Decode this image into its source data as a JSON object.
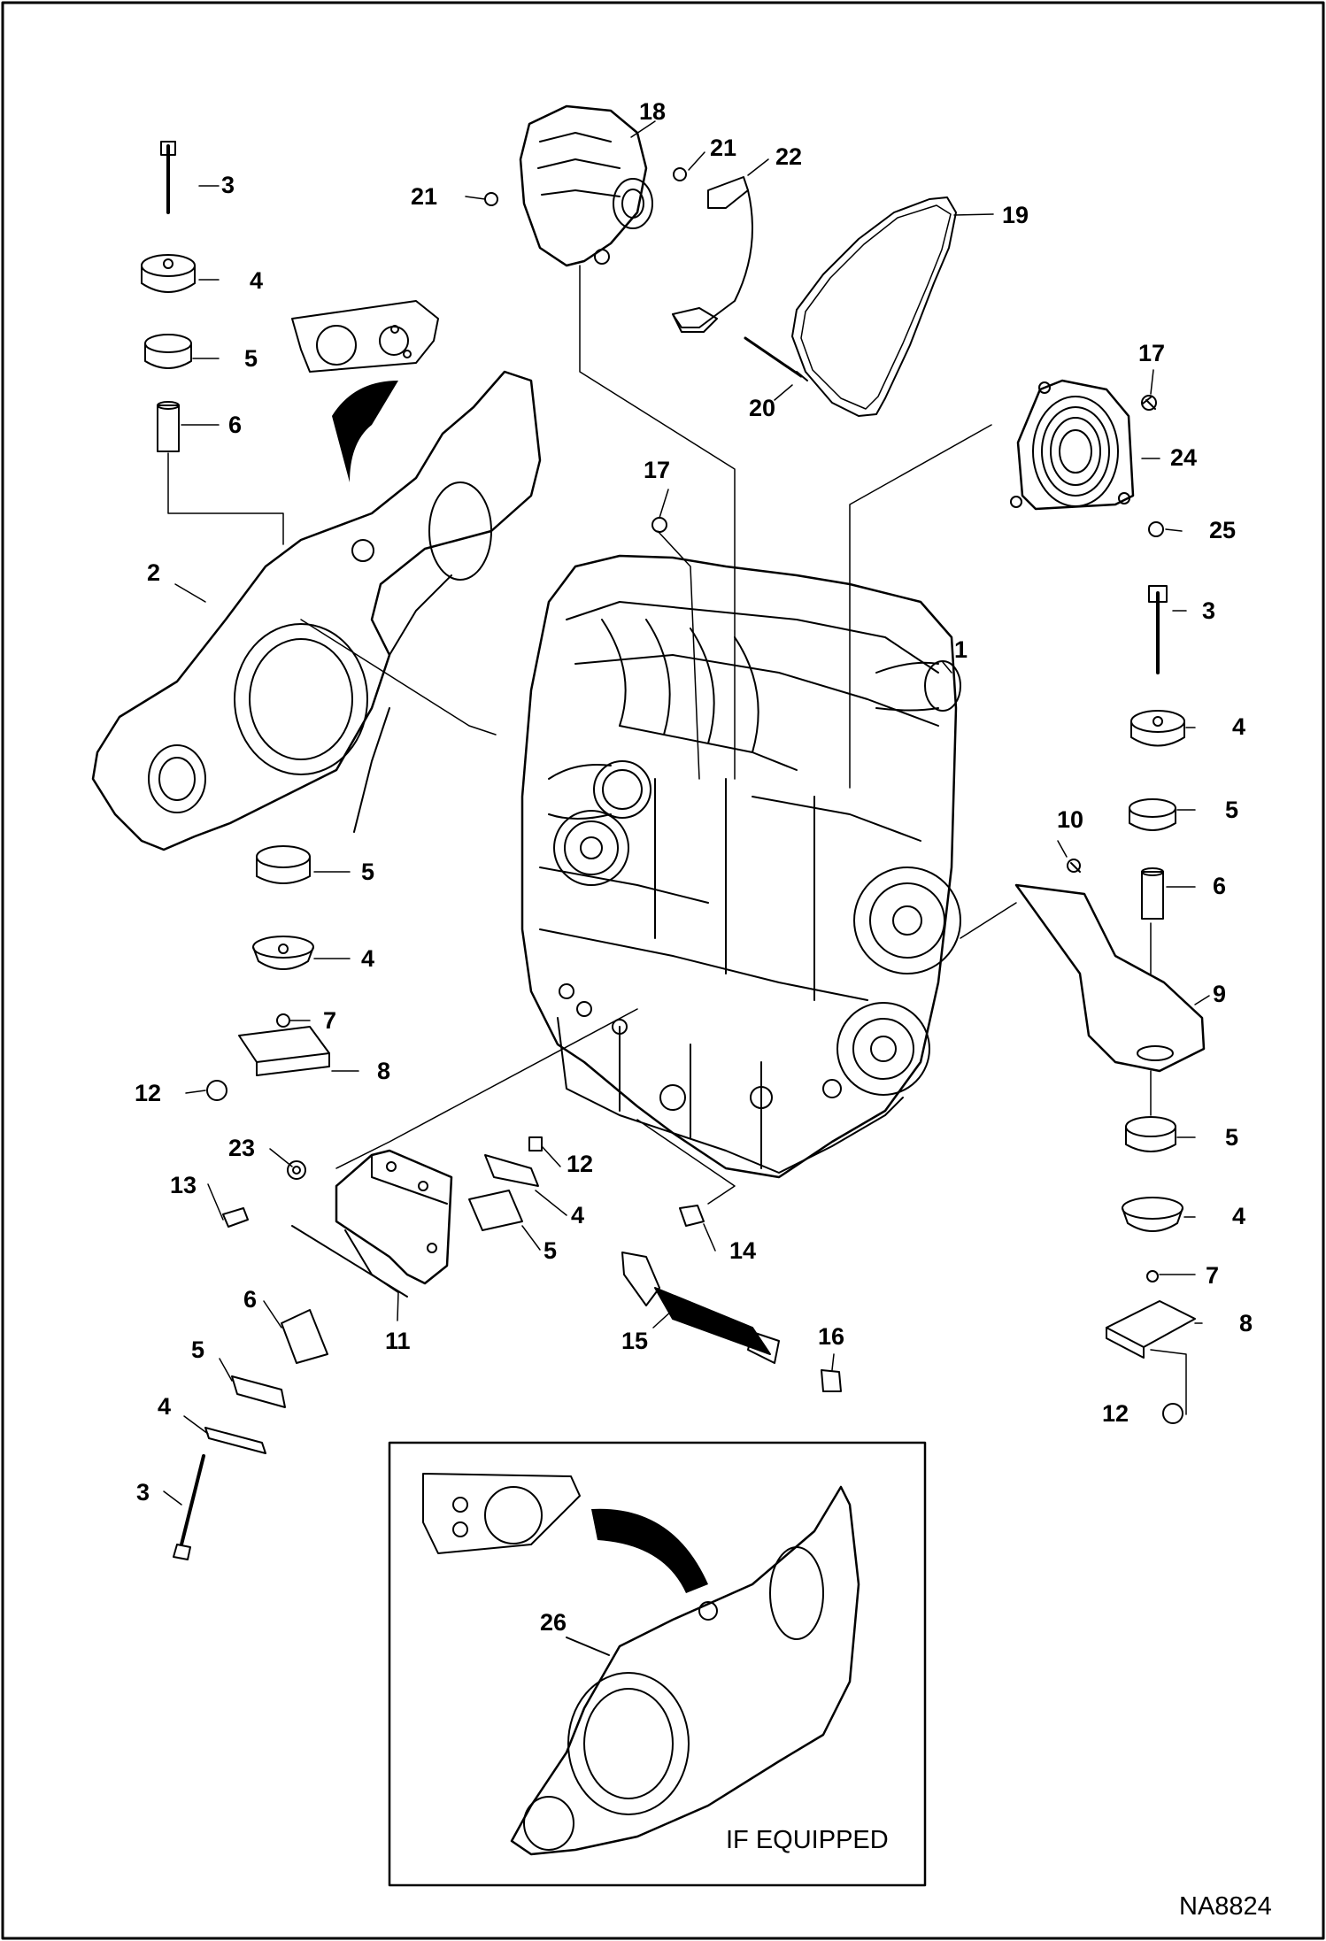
{
  "callouts": [
    "1",
    "2",
    "3",
    "4",
    "5",
    "6",
    "7",
    "8",
    "9",
    "10",
    "11",
    "12",
    "13",
    "14",
    "15",
    "16",
    "17",
    "18",
    "19",
    "20",
    "21",
    "22",
    "23",
    "24",
    "25",
    "26"
  ],
  "inset": {
    "label": "IF EQUIPPED"
  },
  "document_code": "NA8824"
}
